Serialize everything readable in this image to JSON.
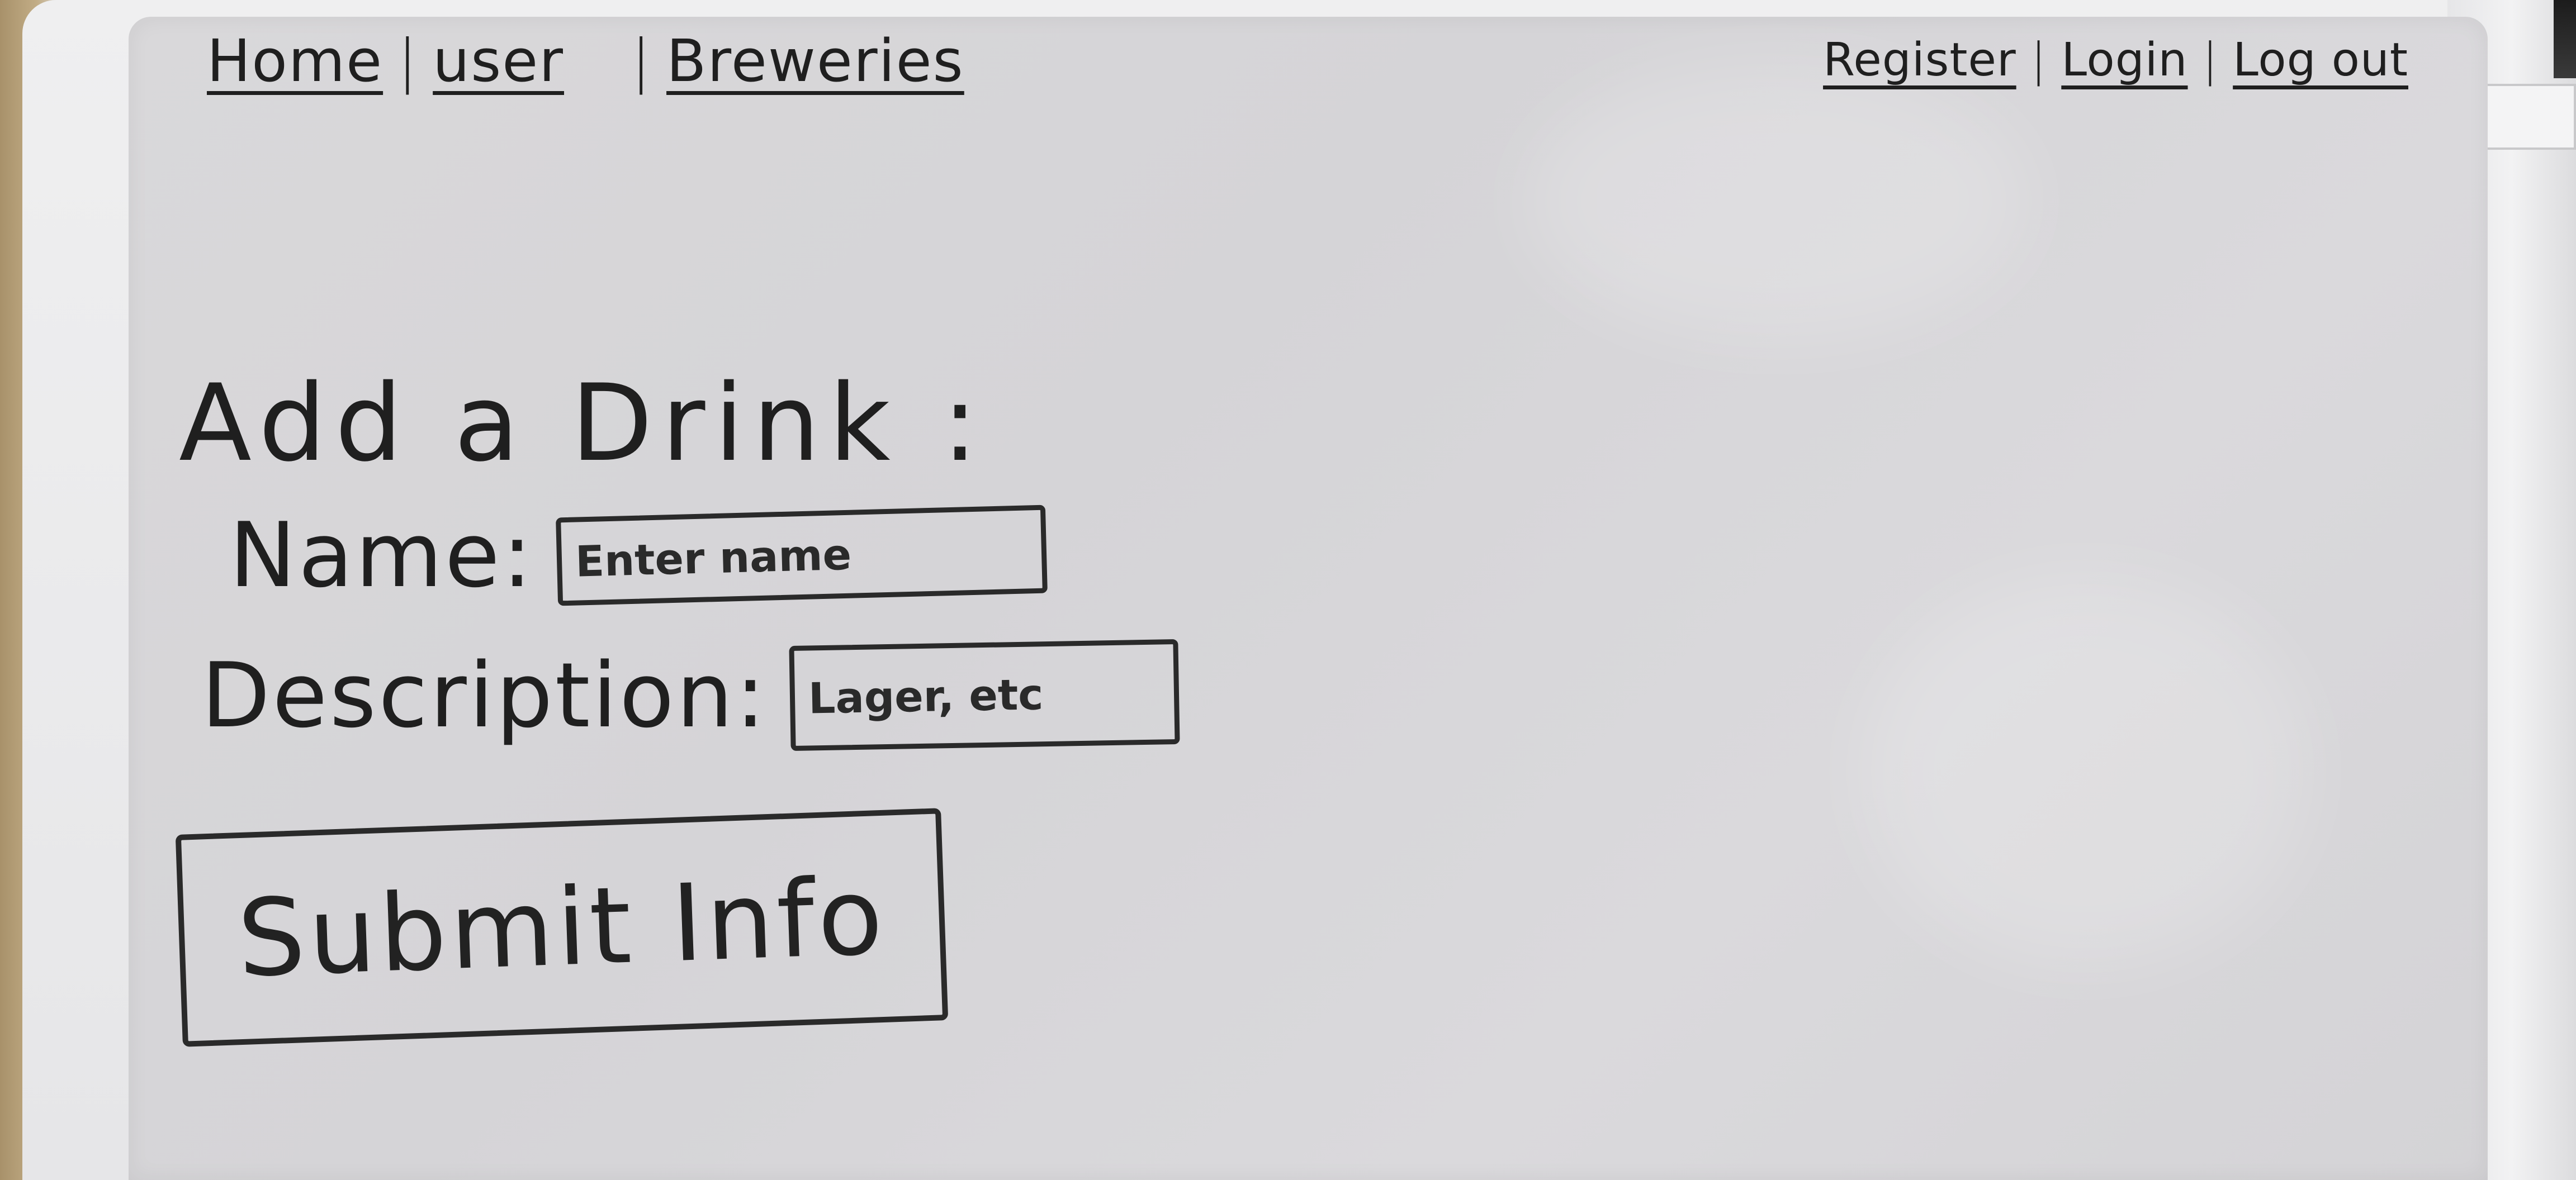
{
  "nav": {
    "left": [
      {
        "label": "Home"
      },
      {
        "label": "user"
      },
      {
        "label": "Breweries"
      }
    ],
    "separator": "|",
    "right": [
      {
        "label": "Register"
      },
      {
        "label": "Login"
      },
      {
        "label": "Log out"
      }
    ]
  },
  "main": {
    "heading": "Add a Drink :",
    "form": {
      "name_label": "Name:",
      "name_placeholder": "Enter name",
      "description_label": "Description:",
      "description_placeholder": "Lager, etc",
      "submit_label": "Submit Info"
    }
  }
}
